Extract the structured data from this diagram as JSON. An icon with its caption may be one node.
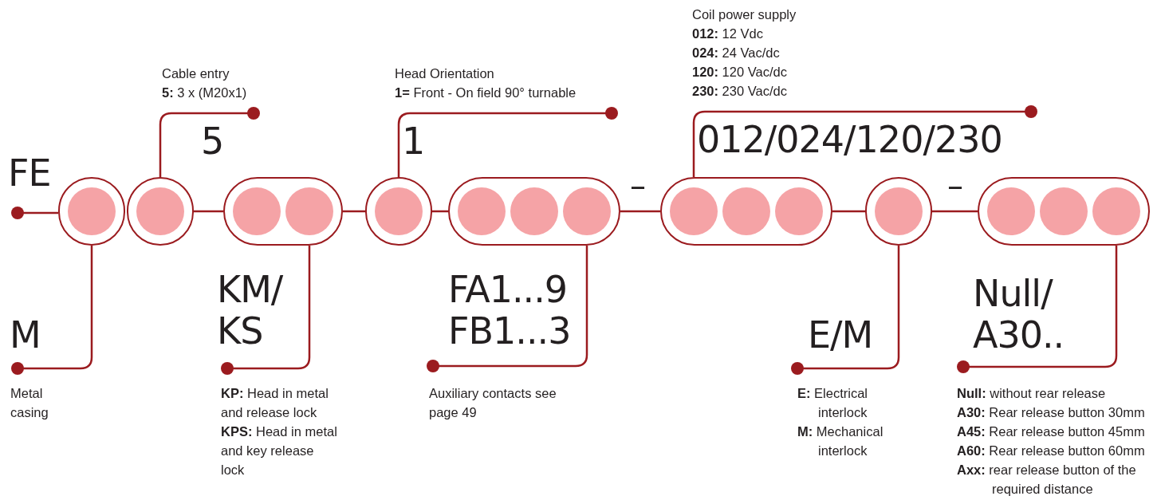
{
  "diagram": {
    "nodes": [
      {
        "text": [
          "FE"
        ]
      },
      {
        "text": [
          "5"
        ],
        "beside": [
          "Cable entry",
          "**5:** 3 x (M20x1)"
        ]
      },
      {
        "text": [
          "1"
        ],
        "beside": [
          "Head Orientation",
          "**1=** Front - On field 90° turnable"
        ]
      },
      {
        "text": [
          "012/024/120/230"
        ],
        "beside": [
          "Coil power supply",
          "**012:** 12 Vdc",
          "**024:** 24 Vac/dc",
          "**120:** 120 Vac/dc",
          "**230:** 230 Vac/dc"
        ]
      },
      {
        "text": [],
        "shape": "circle"
      },
      {
        "text": [],
        "shape": "circle"
      },
      {
        "text": [],
        "shape": "circle"
      },
      {
        "text": [],
        "shape": "circle"
      },
      {
        "text": [],
        "shape": "circle"
      },
      {
        "text": [],
        "shape": "circle"
      },
      {
        "text": [],
        "shape": "circle"
      },
      {
        "text": [],
        "shape": "circle"
      },
      {
        "text": [
          "M"
        ],
        "beside": [
          "Metal casing"
        ]
      },
      {
        "text": [
          "KM/ KS"
        ],
        "beside": [
          "**KP:** Head in metal and release lock",
          "**KPS:** Head in metal and key release lock"
        ]
      },
      {
        "text": [
          "FA1...9 FB1...3"
        ],
        "beside": [
          "Auxiliary contacts see page 49"
        ]
      },
      {
        "text": [
          "E/M"
        ],
        "beside": [
          "**E:** Electrical interlock",
          "**M:** Mechanical interlock"
        ]
      },
      {
        "text": [
          "Null/ A30.."
        ],
        "beside": [
          "**Null:** without rear release",
          "**A30:** Rear release button 30mm",
          "**A45:** Rear release button 45mm",
          "**A60:** Rear release button 60mm",
          "**Axx:** rear release button of the required distance"
        ]
      }
    ],
    "edges": [
      {
        "from": 0,
        "to": 4,
        "arrow": "other"
      },
      {
        "from": 1,
        "to": 5,
        "arrow": "other"
      },
      {
        "from": 2,
        "to": 7,
        "arrow": "other"
      },
      {
        "from": 3,
        "to": 9,
        "arrow": "other"
      },
      {
        "from": 12,
        "to": 4,
        "arrow": "other"
      },
      {
        "from": 13,
        "to": 6,
        "arrow": "other"
      },
      {
        "from": 14,
        "to": 8,
        "arrow": "other"
      },
      {
        "from": 15,
        "to": 10,
        "arrow": "other"
      },
      {
        "from": 16,
        "to": 11,
        "arrow": "other"
      },
      {
        "from": 5,
        "to": 6,
        "arrow": "none"
      },
      {
        "from": 6,
        "to": 7,
        "arrow": "none"
      },
      {
        "from": 7,
        "to": 8,
        "arrow": "none"
      },
      {
        "from": 8,
        "to": 9,
        "arrow": "none"
      },
      {
        "from": 9,
        "to": 10,
        "arrow": "none"
      },
      {
        "from": 10,
        "to": 11,
        "arrow": "none"
      }
    ],
    "labels": [
      "–",
      "–"
    ]
  }
}
